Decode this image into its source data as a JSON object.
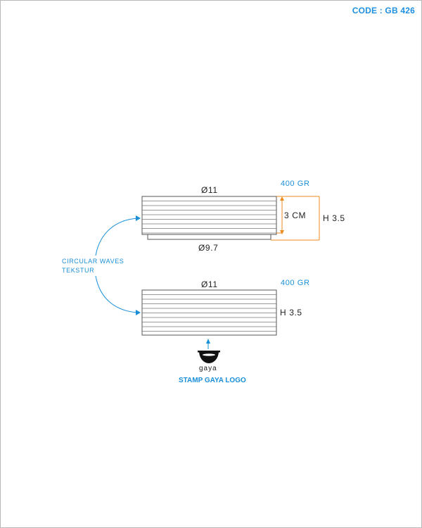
{
  "colors": {
    "accent_blue": "#1a8fd8",
    "code_blue": "#1f8fe0",
    "dimension_orange": "#f08a1c",
    "outline": "#555555"
  },
  "header": {
    "code": "CODE : GB 426"
  },
  "top_bowl": {
    "diameter_top": "Ø11",
    "diameter_base": "Ø9.7",
    "weight": "400 GR",
    "depth": "3 CM",
    "height": "H 3.5"
  },
  "bottom_bowl": {
    "diameter_top": "Ø11",
    "weight": "400 GR",
    "height": "H 3.5"
  },
  "texture_note": {
    "line1": "CIRCULAR WAVES",
    "line2": "TEKSTUR"
  },
  "stamp": {
    "brand": "gaya",
    "label": "STAMP GAYA LOGO"
  },
  "icons": [
    "bowl-logo-icon",
    "arrow-up-icon",
    "curved-arrow-icon"
  ]
}
